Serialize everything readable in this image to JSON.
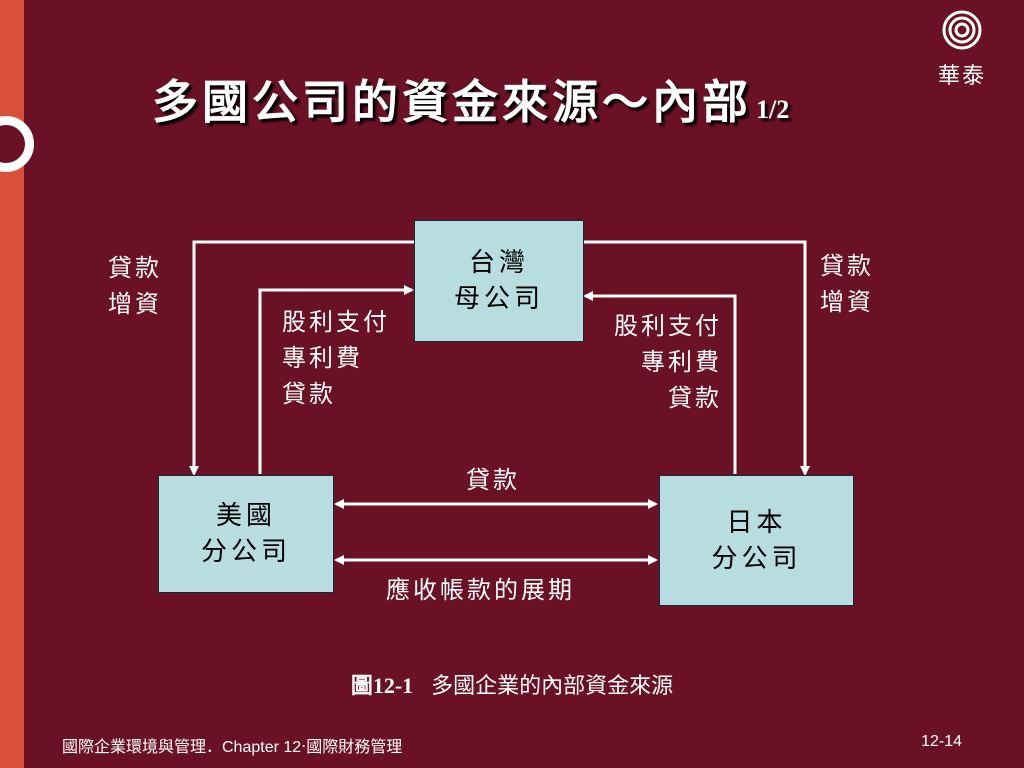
{
  "title": "多國公司的資金來源～內部",
  "title_page": "1/2",
  "logo_text": "華泰",
  "nodes": {
    "parent": [
      "台灣",
      "母公司"
    ],
    "us": [
      "美國",
      "分公司"
    ],
    "japan": [
      "日本",
      "分公司"
    ]
  },
  "labels": {
    "left_outer": [
      "貸款",
      "增資"
    ],
    "right_outer": [
      "貸款",
      "增資"
    ],
    "left_inner": [
      "股利支付",
      "專利費",
      "貸款"
    ],
    "right_inner": [
      "股利支付",
      "專利費",
      "貸款"
    ],
    "loan_middle": "貸款",
    "receivables": "應收帳款的展期"
  },
  "caption": {
    "figure": "圖12-1",
    "text": "多國企業的內部資金來源"
  },
  "footer": "國際企業環境與管理．Chapter 12‧國際財務管理",
  "page_number": "12-14",
  "colors": {
    "background": "#6b1126",
    "stripe": "#d9503a",
    "box_fill": "#b7dde0"
  }
}
